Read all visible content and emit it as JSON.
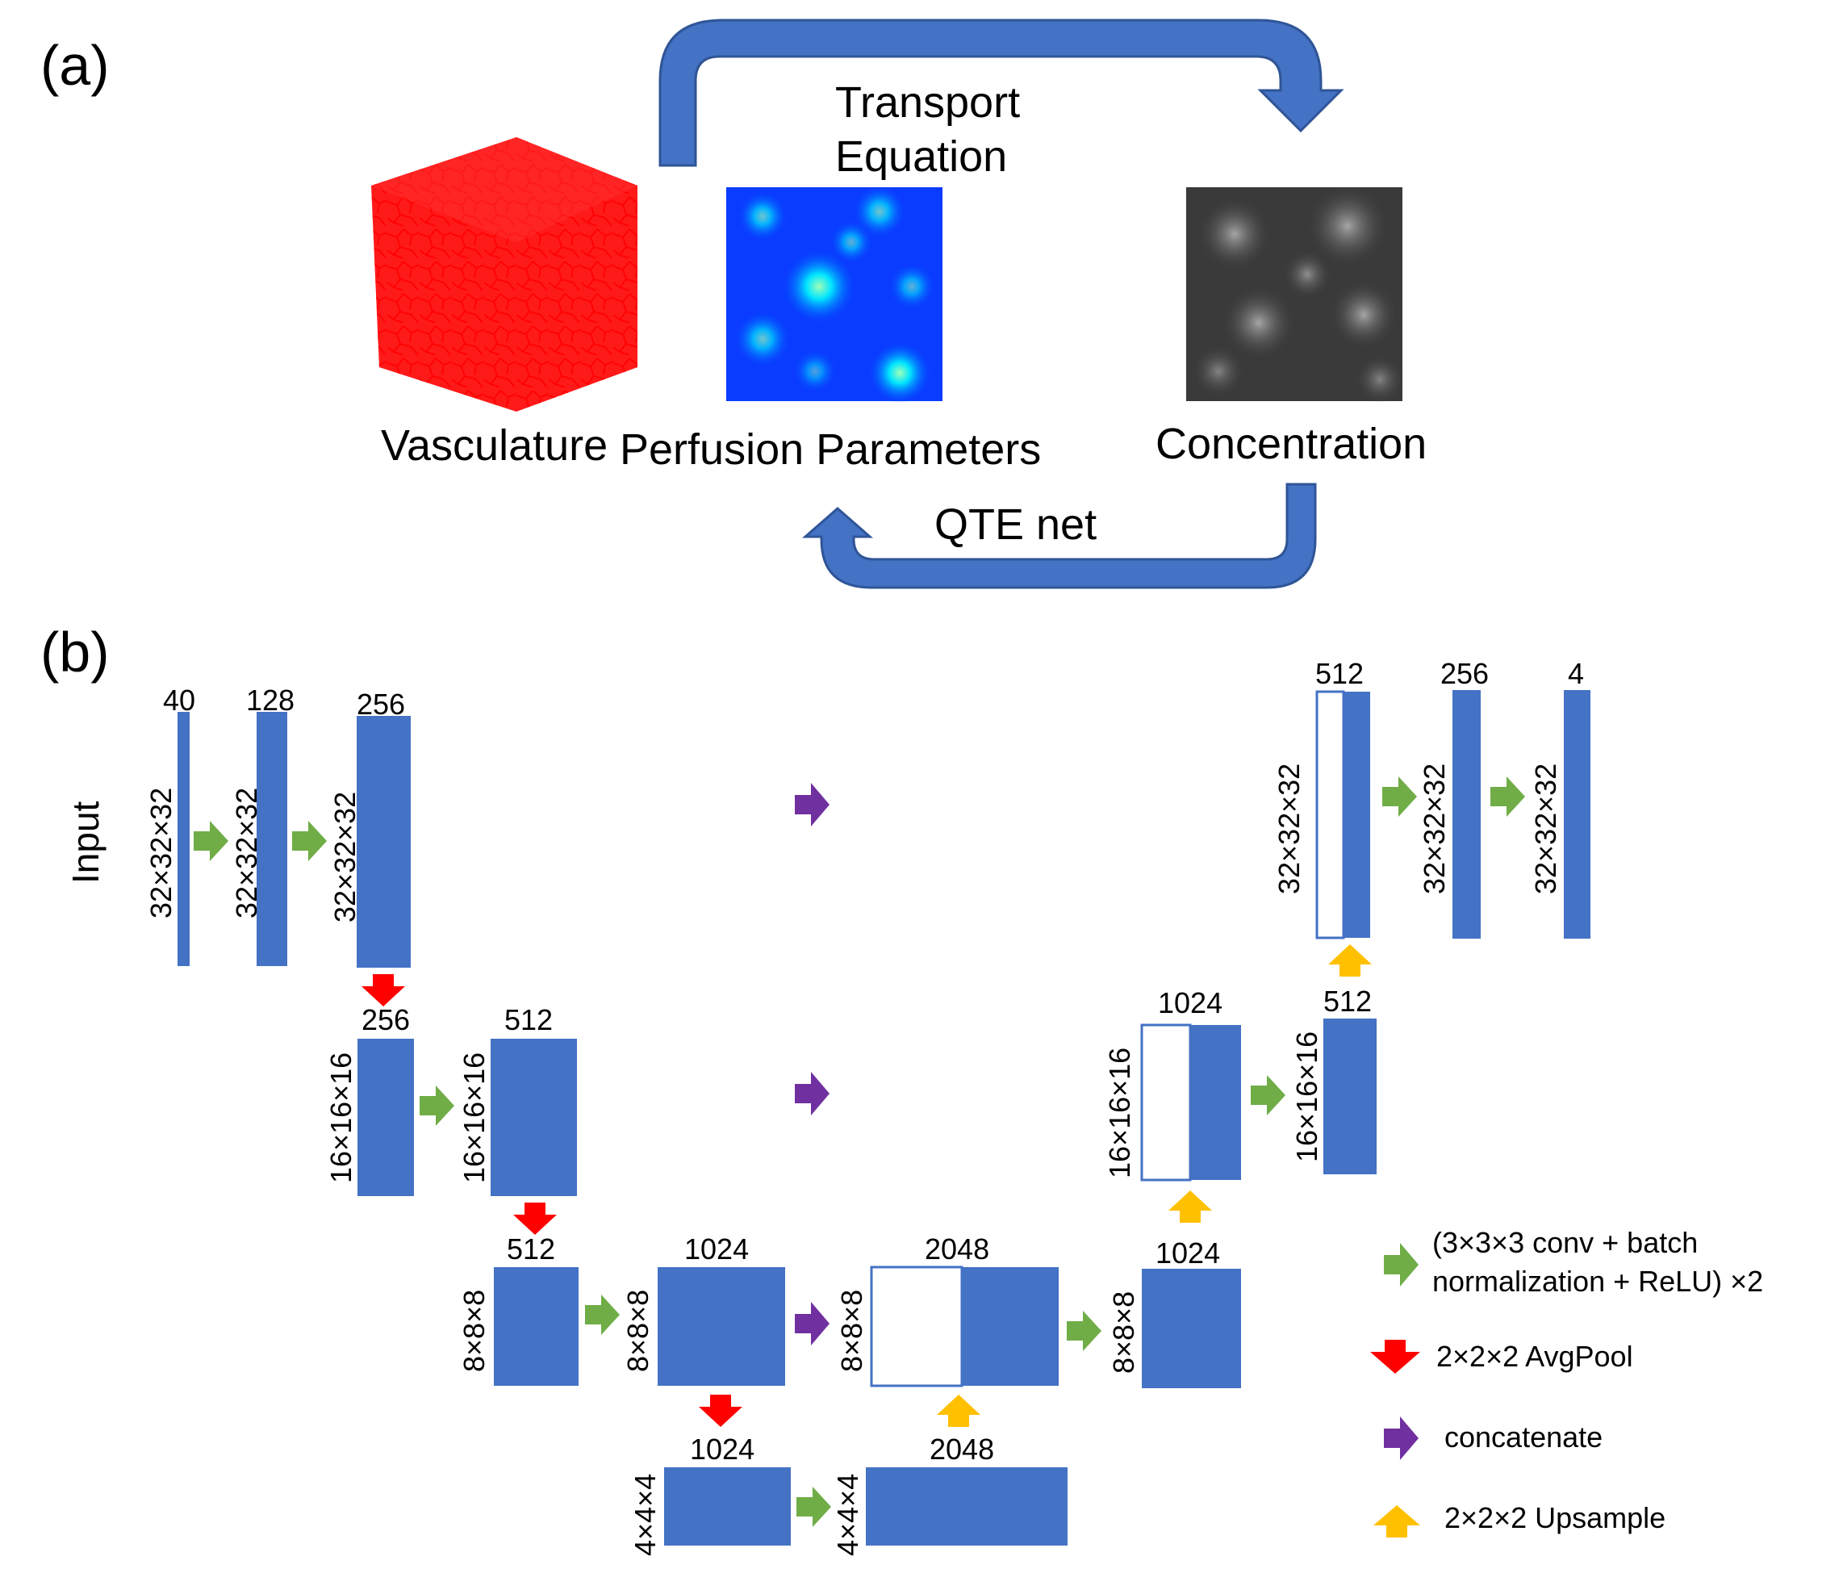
{
  "panel_a": {
    "label": "(a)",
    "forward_label_line1": "Transport",
    "forward_label_line2": "Equation",
    "inverse_label": "QTE net",
    "images": {
      "vasculature": "Vasculature",
      "perfusion": "Perfusion Parameters",
      "concentration": "Concentration"
    }
  },
  "panel_b": {
    "label": "(b)",
    "input_label": "Input",
    "layers": {
      "l1_ch": "40",
      "l1_dim": "32×32×32",
      "l2_ch": "128",
      "l2_dim": "32×32×32",
      "l3_ch": "256",
      "l3_dim": "32×32×32",
      "m1_ch": "256",
      "m1_dim": "16×16×16",
      "m2_ch": "512",
      "m2_dim": "16×16×16",
      "d1_ch": "512",
      "d1_dim": "8×8×8",
      "d2_ch": "1024",
      "d2_dim": "8×8×8",
      "b1_ch": "1024",
      "b1_dim": "4×4×4",
      "b2_ch": "2048",
      "b2_dim": "4×4×4",
      "u1_ch": "2048",
      "u1_dim": "8×8×8",
      "u2_ch": "1024",
      "u2_dim": "8×8×8",
      "v1_ch": "1024",
      "v1_dim": "16×16×16",
      "v2_ch": "512",
      "v2_dim": "16×16×16",
      "t1_ch": "512",
      "t1_dim": "32×32×32",
      "t2_ch": "256",
      "t2_dim": "32×32×32",
      "t3_ch": "4",
      "t3_dim": "32×32×32"
    },
    "legend": {
      "conv_line1": "(3×3×3 conv + batch",
      "conv_line2": "normalization + ReLU) ×2",
      "pool": "2×2×2 AvgPool",
      "concat": "concatenate",
      "upsample": "2×2×2 Upsample"
    }
  },
  "colors": {
    "block_blue": "#4472C4",
    "conv_green": "#70AD47",
    "pool_red": "#FF0000",
    "concat_purple": "#7030A0",
    "upsample_orange": "#FFC000"
  }
}
